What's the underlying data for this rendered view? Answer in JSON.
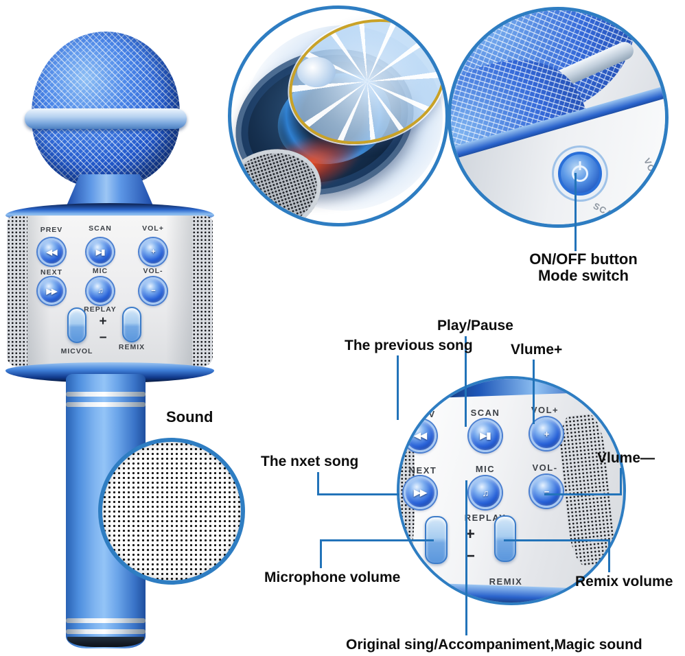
{
  "annotations": {
    "sound": "Sound",
    "on_off_line1": "ON/OFF button",
    "on_off_line2": "Mode switch",
    "play_pause": "Play/Pause",
    "previous_song": "The previous song",
    "volume_plus": "Vlume+",
    "next_song": "The nxet song",
    "volume_minus": "Vlume—",
    "microphone_volume": "Microphone volume",
    "remix_volume": "Remix volume",
    "original_sing": "Original sing/Accompaniment,Magic sound"
  },
  "control_panel": {
    "buttons": [
      {
        "id": "prev",
        "label": "PREV",
        "glyph": "◀◀"
      },
      {
        "id": "scan",
        "label": "SCAN",
        "glyph": "▶▮"
      },
      {
        "id": "vol-plus",
        "label": "VOL+",
        "glyph": "+"
      },
      {
        "id": "next",
        "label": "NEXT",
        "glyph": "▶▶"
      },
      {
        "id": "mic",
        "label": "MIC",
        "glyph": "♫"
      },
      {
        "id": "vol-minus",
        "label": "VOL-",
        "glyph": "−"
      }
    ],
    "replay_label": "REPLAY",
    "plus_symbol": "+",
    "minus_symbol": "−",
    "sliders": [
      {
        "id": "micvol",
        "label": "MICVOL"
      },
      {
        "id": "remix",
        "label": "REMIX"
      }
    ]
  },
  "colors": {
    "callout_line": "#2273b9",
    "inset_border": "#2e7dc2",
    "mic_blue": "#3f7fd6",
    "panel_silver": "#e9ebee",
    "button_blue": "#1d50c0",
    "slider_blue": "#8abde9",
    "gold_ring": "#c9a227",
    "label_text": "#0d0d0d"
  }
}
